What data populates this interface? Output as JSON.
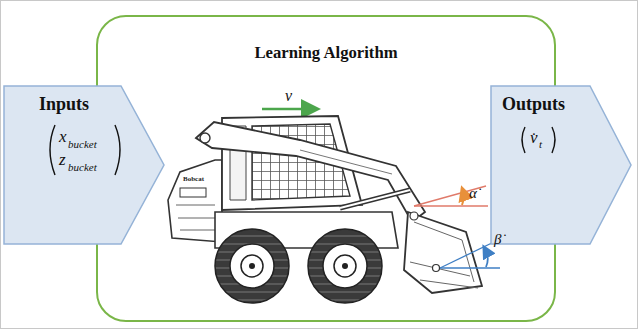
{
  "diagram": {
    "nodes": [
      {
        "text": [
          "Inputs",
          "x",
          "bucket",
          "z",
          "bucket"
        ]
      },
      {
        "text": [
          "Learning Algorithm"
        ]
      },
      {
        "text": [
          "Outputs",
          "v̇",
          "t"
        ]
      }
    ],
    "labels": [
      "v",
      "α̇",
      "β̇",
      "Bobcat"
    ]
  }
}
